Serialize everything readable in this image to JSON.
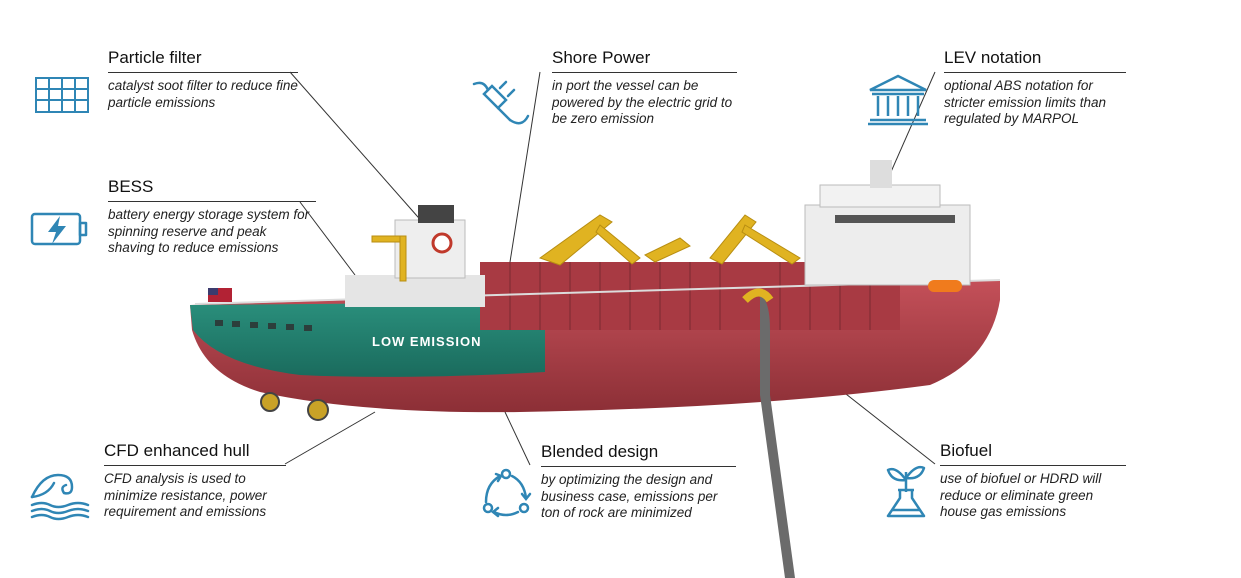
{
  "accent_color": "#2f86b5",
  "ship": {
    "hull_text": "LOW EMISSION",
    "hull_color": "#b7414a",
    "stern_color": "#1f7f6f"
  },
  "features": [
    {
      "id": "particle-filter",
      "icon": "grid-filter-icon",
      "title": "Particle filter",
      "description": "catalyst soot filter to reduce fine particle emissions"
    },
    {
      "id": "shore-power",
      "icon": "plug-icon",
      "title": "Shore Power",
      "description": "in port the vessel can be powered by the electric grid to be zero emission"
    },
    {
      "id": "lev-notation",
      "icon": "institution-icon",
      "title": "LEV notation",
      "description": "optional ABS notation for stricter emission limits than regulated by MARPOL"
    },
    {
      "id": "bess",
      "icon": "battery-icon",
      "title": "BESS",
      "description": "battery energy storage system for spinning reserve and peak shaving to reduce emissions"
    },
    {
      "id": "cfd-hull",
      "icon": "wave-icon",
      "title": "CFD enhanced hull",
      "description": "CFD analysis is used to minimize resistance, power requirement and emissions"
    },
    {
      "id": "blended-design",
      "icon": "cycle-icon",
      "title": "Blended design",
      "description": "by optimizing the design and business case, emissions per ton of rock are minimized"
    },
    {
      "id": "biofuel",
      "icon": "plant-flask-icon",
      "title": "Biofuel",
      "description": "use of biofuel or HDRD will reduce or eliminate green house gas emissions"
    }
  ]
}
